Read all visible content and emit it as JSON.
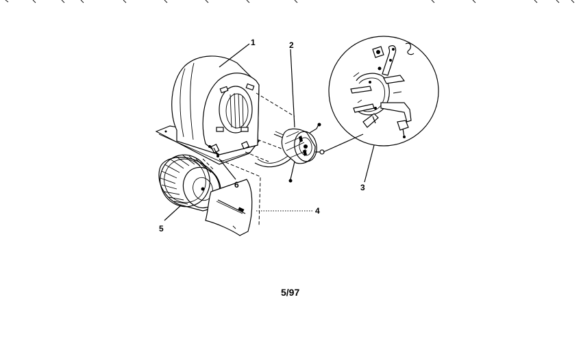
{
  "diagram": {
    "callouts": [
      "1",
      "2",
      "3",
      "4",
      "5",
      "6"
    ],
    "date_code": "5/97"
  },
  "parts": [
    {
      "name": "blower-housing",
      "callout": "1"
    },
    {
      "name": "motor",
      "callout": "2"
    },
    {
      "name": "motor-mount-bracket",
      "callout": "3"
    },
    {
      "name": "cutoff-plate",
      "callout": "4"
    },
    {
      "name": "blower-wheel",
      "callout": "5"
    },
    {
      "name": "mounting-screw",
      "callout": "6"
    }
  ]
}
